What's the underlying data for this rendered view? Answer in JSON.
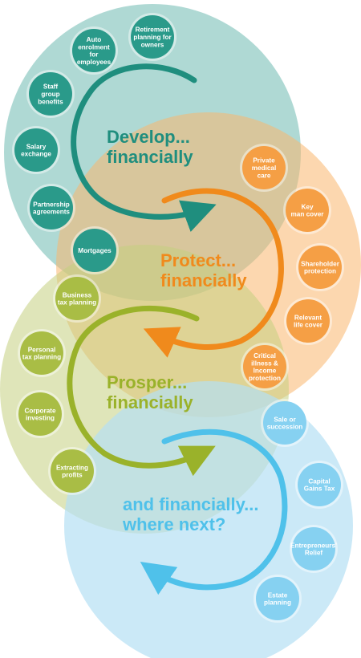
{
  "colors": {
    "develop": "#1f8e7e",
    "develop_bg": "#5fb3aa",
    "develop_bubble": "#2a9a8a",
    "protect": "#f08a1c",
    "protect_bg": "#f9b66e",
    "protect_bubble": "#f59f45",
    "prosper": "#9ab22a",
    "prosper_bg": "#c5d07f",
    "prosper_bubble": "#a9bd45",
    "next": "#4fc1ea",
    "next_bg": "#b5e0f3",
    "next_bubble": "#86d1f1"
  },
  "sections": {
    "develop": {
      "heading_line1": "Develop...",
      "heading_line2": "financially",
      "items": [
        [
          "Retirement",
          "planning for",
          "owners"
        ],
        [
          "Auto",
          "enrolment",
          "for",
          "employees"
        ],
        [
          "Staff",
          "group",
          "benefits"
        ],
        [
          "Salary",
          "exchange"
        ],
        [
          "Partnership",
          "agreements"
        ],
        [
          "Mortgages"
        ]
      ]
    },
    "protect": {
      "heading_line1": "Protect...",
      "heading_line2": "financially",
      "items": [
        [
          "Private",
          "medical",
          "care"
        ],
        [
          "Key",
          "man cover"
        ],
        [
          "Shareholder",
          "protection"
        ],
        [
          "Relevant",
          "life cover"
        ],
        [
          "Critical",
          "illness &",
          "Income",
          "protection"
        ]
      ]
    },
    "prosper": {
      "heading_line1": "Prosper...",
      "heading_line2": "financially",
      "items": [
        [
          "Business",
          "tax planning"
        ],
        [
          "Personal",
          "tax planning"
        ],
        [
          "Corporate",
          "investing"
        ],
        [
          "Extracting",
          "profits"
        ]
      ]
    },
    "next": {
      "heading_line1": "and financially...",
      "heading_line2": "where next?",
      "items": [
        [
          "Sale or",
          "succession"
        ],
        [
          "Capital",
          "Gains Tax"
        ],
        [
          "Entrepreneurs'",
          "Relief"
        ],
        [
          "Estate",
          "planning"
        ]
      ]
    }
  }
}
